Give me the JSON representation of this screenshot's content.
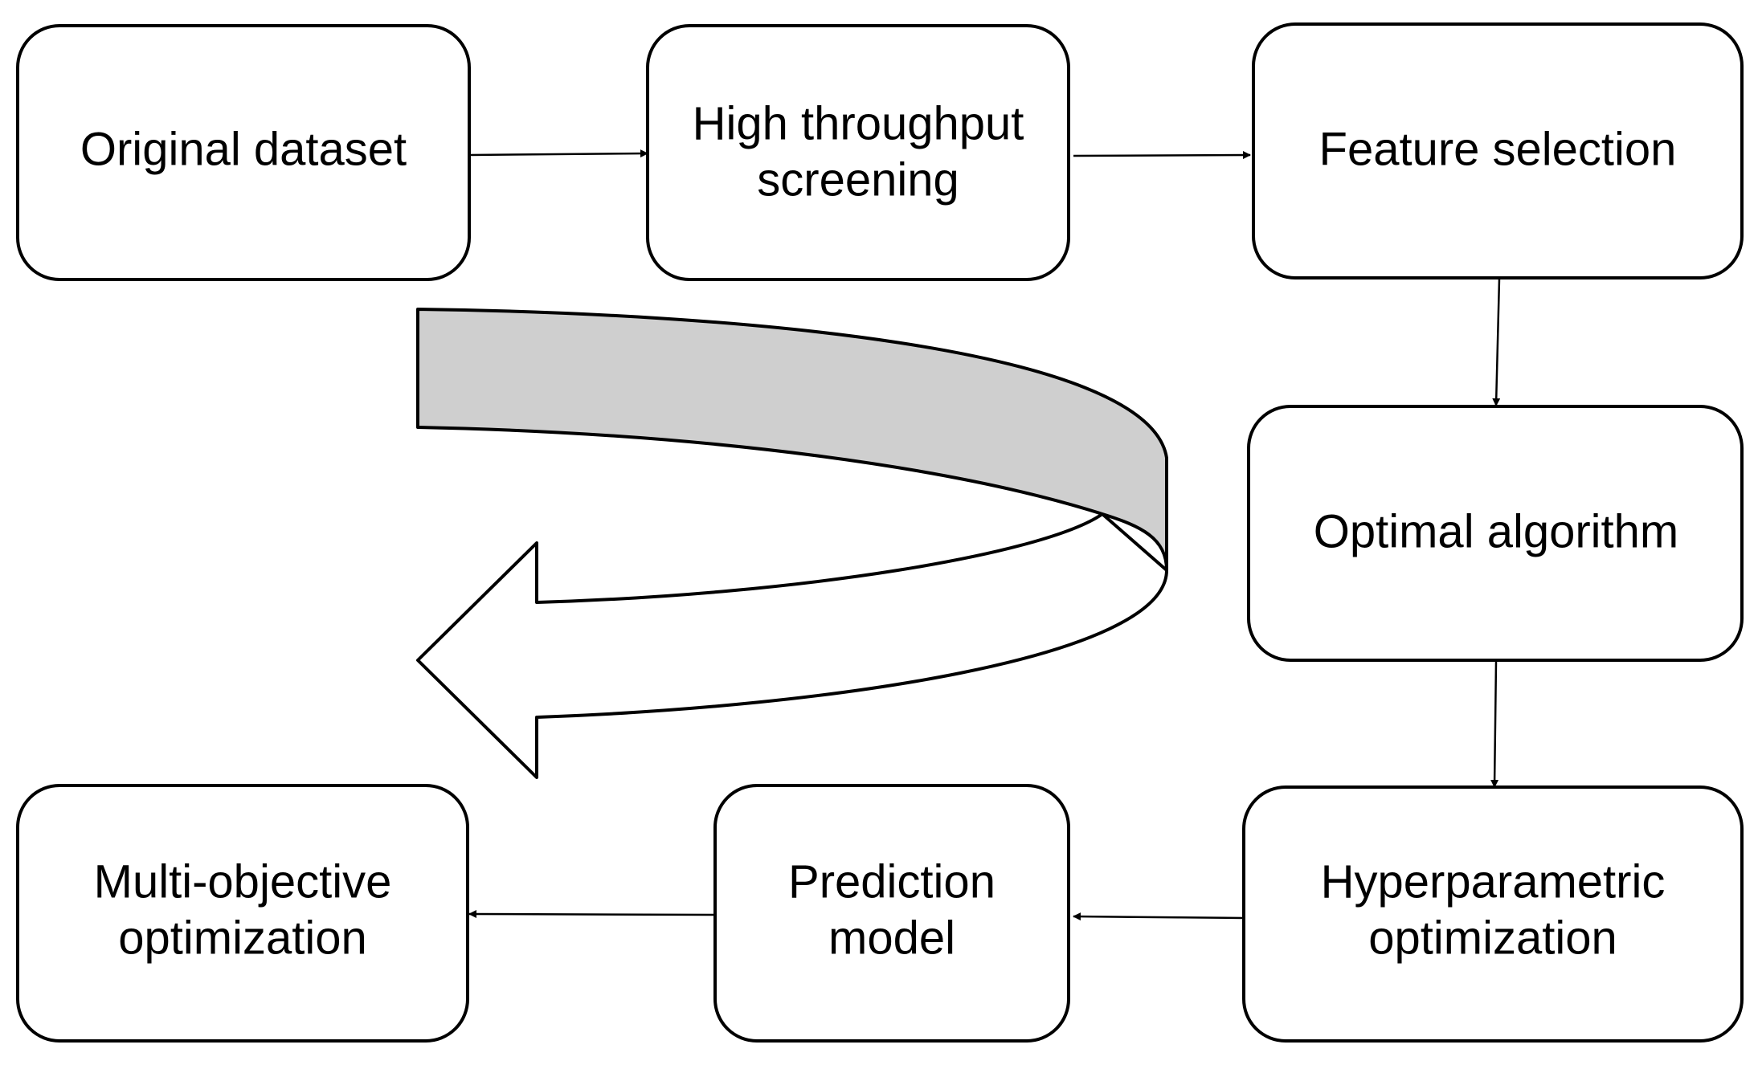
{
  "diagram": {
    "colors": {
      "box_fill": "#ffffff",
      "box_stroke": "#000000",
      "band_fill": "#cfcfcf",
      "arrow_fill": "#ffffff"
    },
    "nodes": {
      "original_dataset": {
        "line1": "Original dataset"
      },
      "high_throughput_screening": {
        "line1": "High throughput",
        "line2": "screening"
      },
      "feature_selection": {
        "line1": "Feature selection"
      },
      "optimal_algorithm": {
        "line1": "Optimal algorithm"
      },
      "hyperparametric_optimization": {
        "line1": "Hyperparametric",
        "line2": "optimization"
      },
      "prediction_model": {
        "line1": "Prediction",
        "line2": "model"
      },
      "multi_objective_optimization": {
        "line1": "Multi-objective",
        "line2": "optimization"
      }
    },
    "edges": [
      {
        "from": "original_dataset",
        "to": "high_throughput_screening"
      },
      {
        "from": "high_throughput_screening",
        "to": "feature_selection"
      },
      {
        "from": "feature_selection",
        "to": "optimal_algorithm"
      },
      {
        "from": "optimal_algorithm",
        "to": "hyperparametric_optimization"
      },
      {
        "from": "hyperparametric_optimization",
        "to": "prediction_model"
      },
      {
        "from": "prediction_model",
        "to": "multi_objective_optimization"
      }
    ]
  }
}
